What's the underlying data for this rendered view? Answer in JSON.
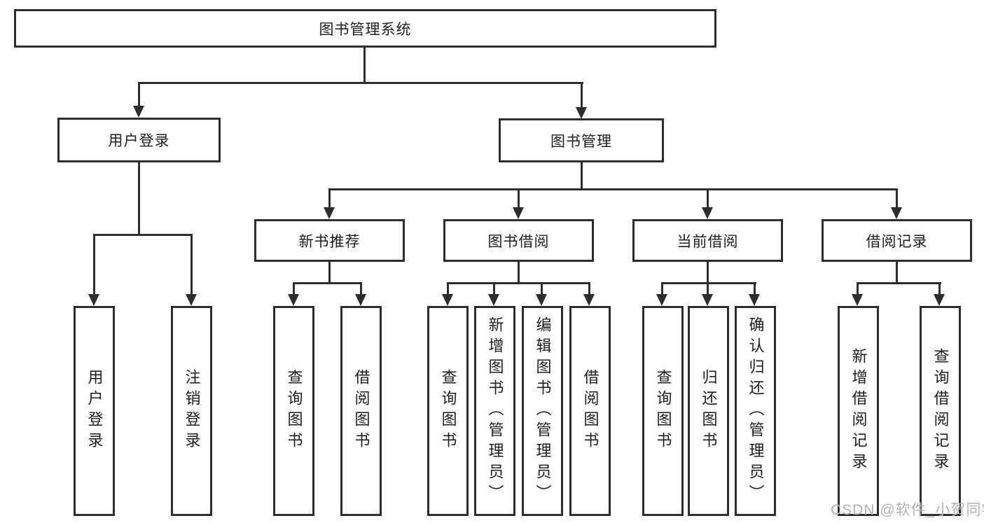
{
  "diagram": {
    "title": "图书管理系统",
    "tree": {
      "label": "图书管理系统",
      "children": [
        {
          "label": "用户登录",
          "children": [
            {
              "label": "用户登录"
            },
            {
              "label": "注销登录"
            }
          ]
        },
        {
          "label": "图书管理",
          "children": [
            {
              "label": "新书推荐",
              "children": [
                {
                  "label": "查询图书"
                },
                {
                  "label": "借阅图书"
                }
              ]
            },
            {
              "label": "图书借阅",
              "children": [
                {
                  "label": "查询图书"
                },
                {
                  "label": "新增图书（管理员）"
                },
                {
                  "label": "编辑图书（管理员）"
                },
                {
                  "label": "借阅图书"
                }
              ]
            },
            {
              "label": "当前借阅",
              "children": [
                {
                  "label": "查询图书"
                },
                {
                  "label": "归还图书"
                },
                {
                  "label": "确认归还（管理员）"
                }
              ]
            },
            {
              "label": "借阅记录",
              "children": [
                {
                  "label": "新增借阅记录"
                },
                {
                  "label": "查询借阅记录"
                }
              ]
            }
          ]
        }
      ]
    },
    "colors": {
      "line": "#2d2d2d",
      "text": "#1e1e1e",
      "background": "#ffffff",
      "watermark": "#b3b3b3"
    }
  },
  "watermark": {
    "text": "CSDN @软件_小贺同学"
  }
}
